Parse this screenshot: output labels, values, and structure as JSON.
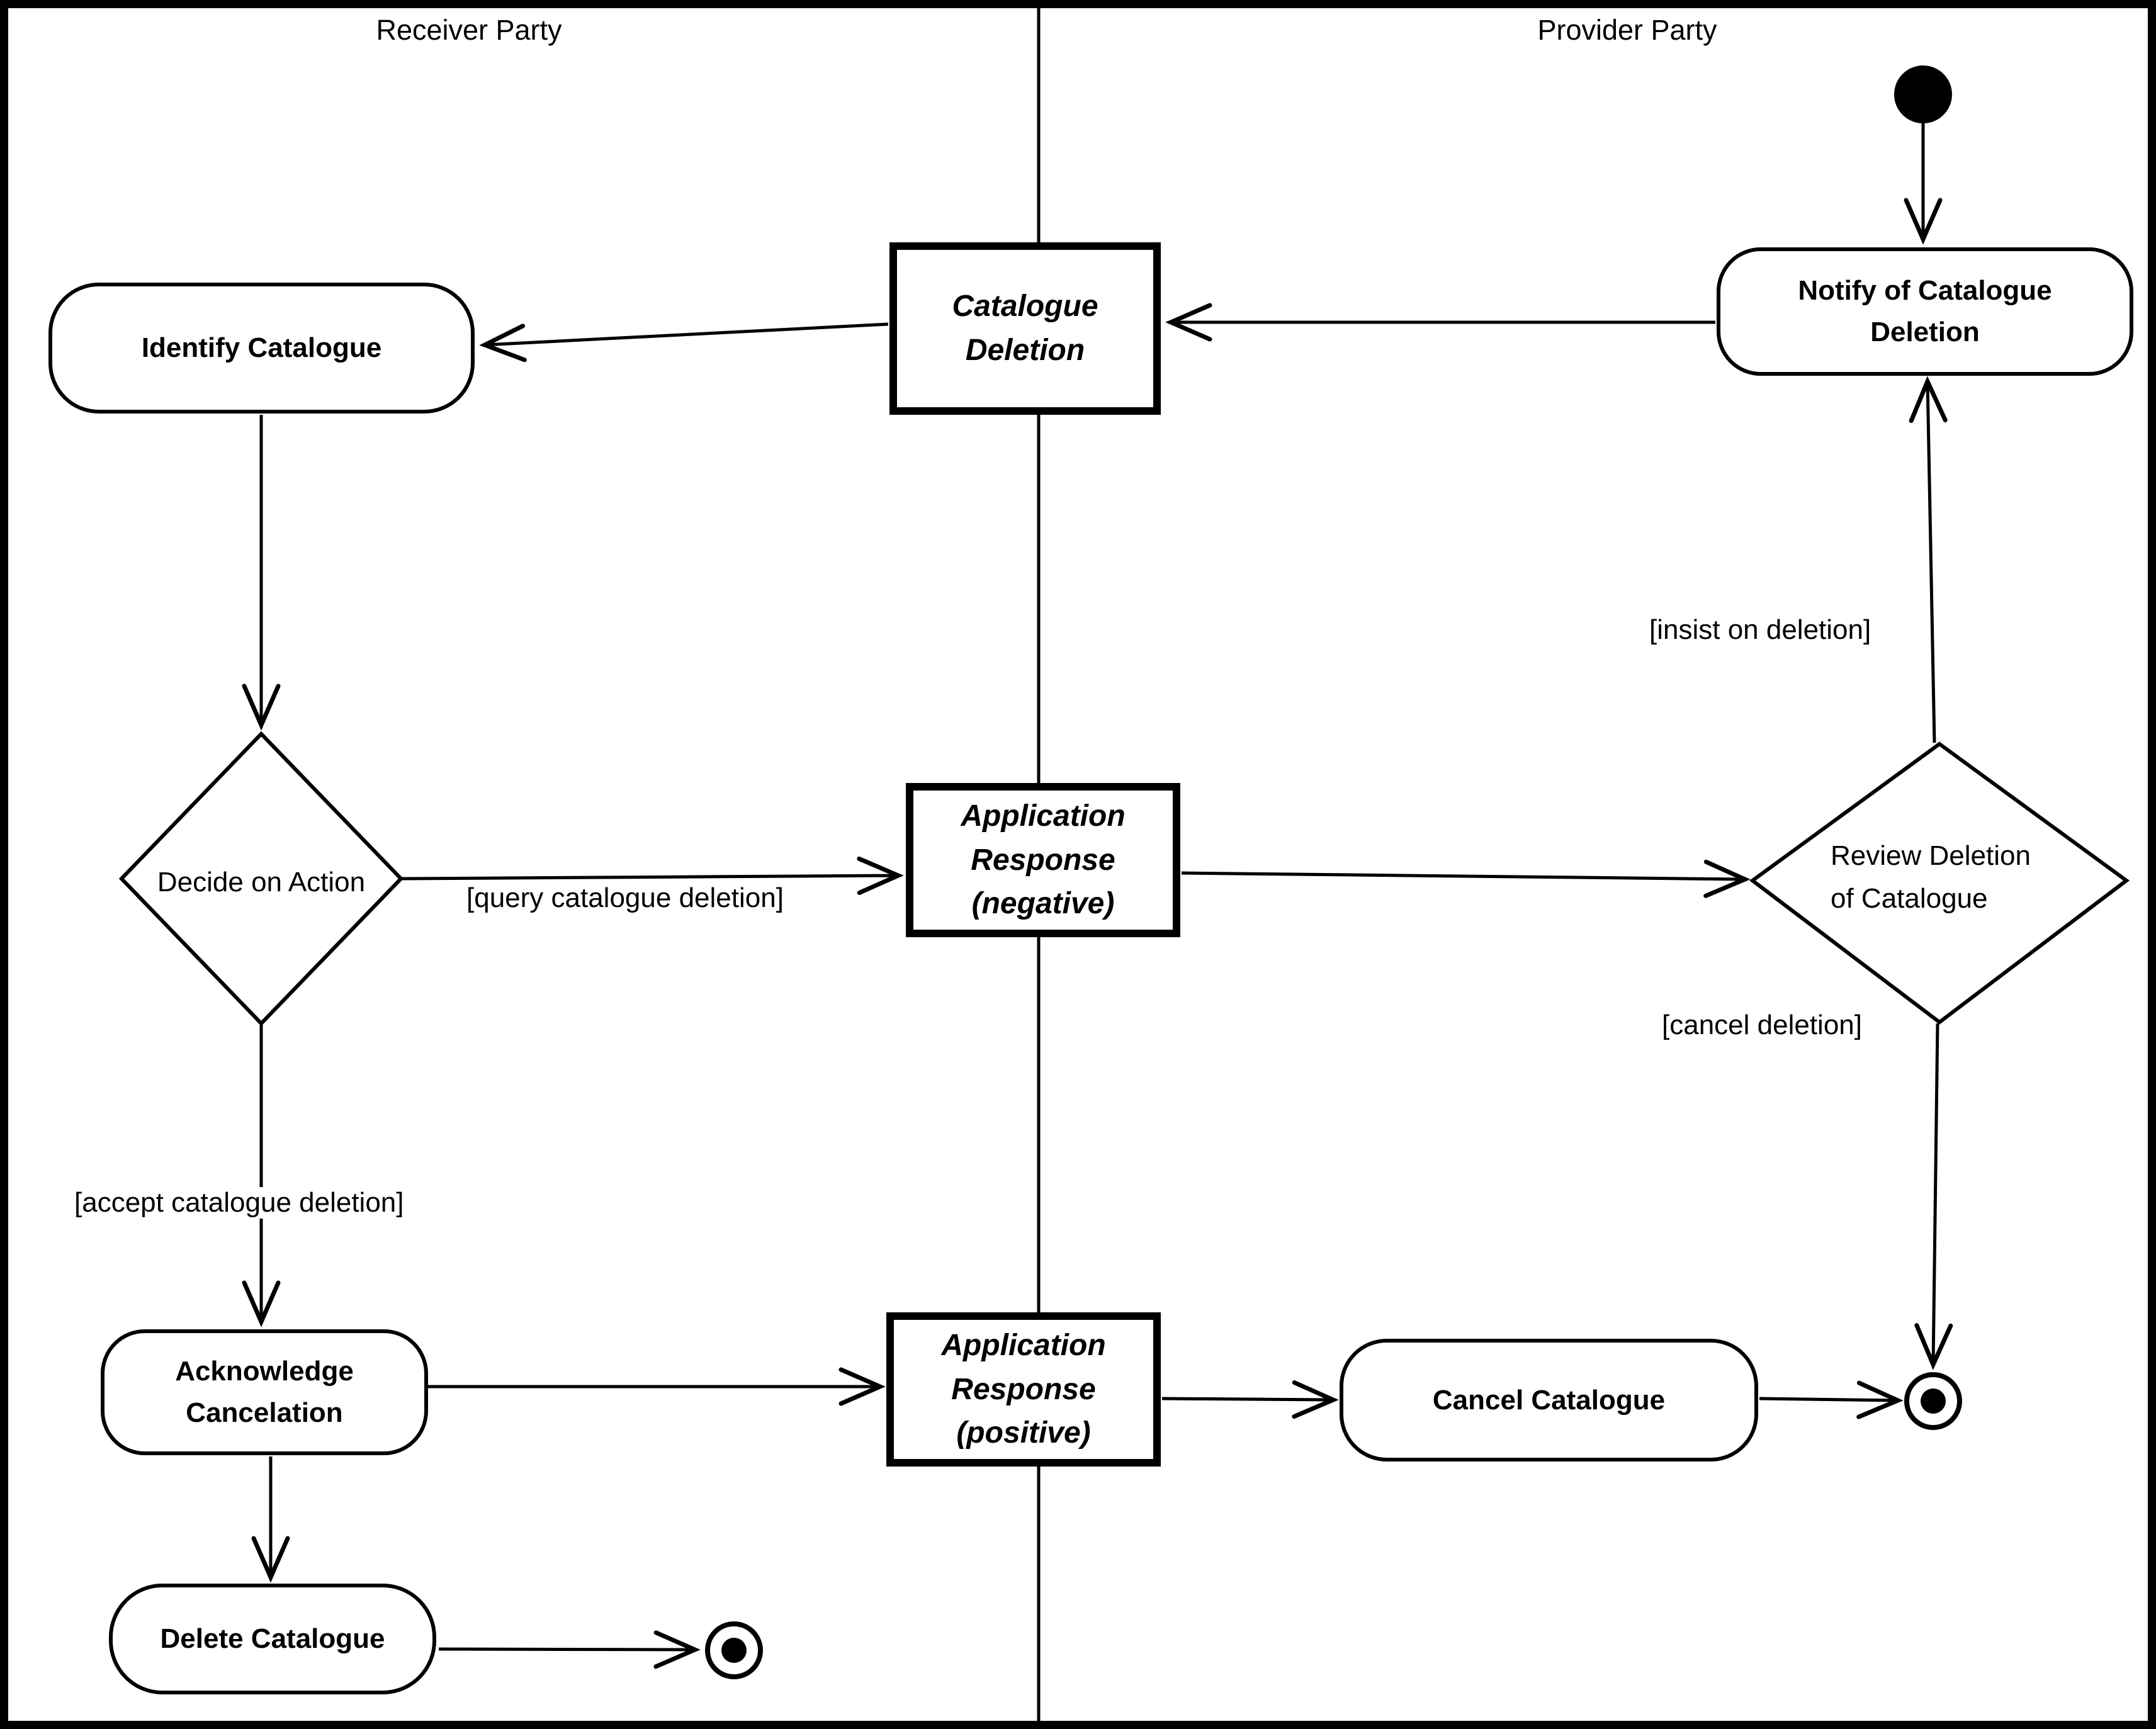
{
  "diagram": {
    "kind": "uml-activity-diagram",
    "colors": {
      "ink": "#000000",
      "paper": "#ffffff"
    },
    "lanes": {
      "receiver": "Receiver Party",
      "provider": "Provider Party"
    },
    "nodes": {
      "notify": {
        "label": "Notify of Catalogue\nDeletion"
      },
      "catalogue_deletion": {
        "label": "Catalogue\nDeletion"
      },
      "identify": {
        "label": "Identify Catalogue"
      },
      "decide": {
        "label": "Decide on Action"
      },
      "app_negative": {
        "label": "Application\nResponse\n(negative)"
      },
      "review": {
        "label": "Review Deletion\nof Catalogue"
      },
      "acknowledge": {
        "label": "Acknowledge\nCancelation"
      },
      "app_positive": {
        "label": "Application\nResponse\n(positive)"
      },
      "cancel": {
        "label": "Cancel Catalogue"
      },
      "delete": {
        "label": "Delete Catalogue"
      }
    },
    "guards": {
      "query": "[query catalogue deletion]",
      "insist": "[insist on deletion]",
      "cancel": "[cancel deletion]",
      "accept": "[accept catalogue deletion]"
    }
  }
}
